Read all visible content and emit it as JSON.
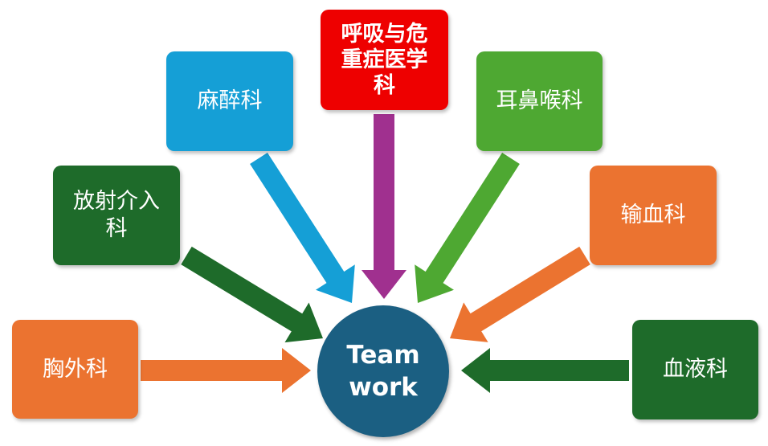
{
  "hub": {
    "line1": "Team",
    "line2": "work",
    "color": "#1b5f82"
  },
  "departments": [
    {
      "id": "thoracic",
      "line1": "胸外科",
      "line2": "",
      "color": "#eb7330"
    },
    {
      "id": "interventional",
      "line1": "放射介入",
      "line2": "科",
      "color": "#1e6b2a"
    },
    {
      "id": "anesthesia",
      "line1": "麻醉科",
      "line2": "",
      "color": "#159fd6"
    },
    {
      "id": "critical",
      "line1": "呼吸与危",
      "line2": "重症医学",
      "line3": "科",
      "color": "#ee0000"
    },
    {
      "id": "ent",
      "line1": "耳鼻喉科",
      "line2": "",
      "color": "#4ea832"
    },
    {
      "id": "transfusion",
      "line1": "输血科",
      "line2": "",
      "color": "#eb7330"
    },
    {
      "id": "hematology",
      "line1": "血液科",
      "line2": "",
      "color": "#1e6b2a"
    }
  ],
  "arrow_colors": {
    "thoracic": "#eb7330",
    "interventional": "#1e6b2a",
    "anesthesia": "#159fd6",
    "critical": "#a0308f",
    "ent": "#4ea832",
    "transfusion": "#eb7330",
    "hematology": "#1e6b2a"
  }
}
